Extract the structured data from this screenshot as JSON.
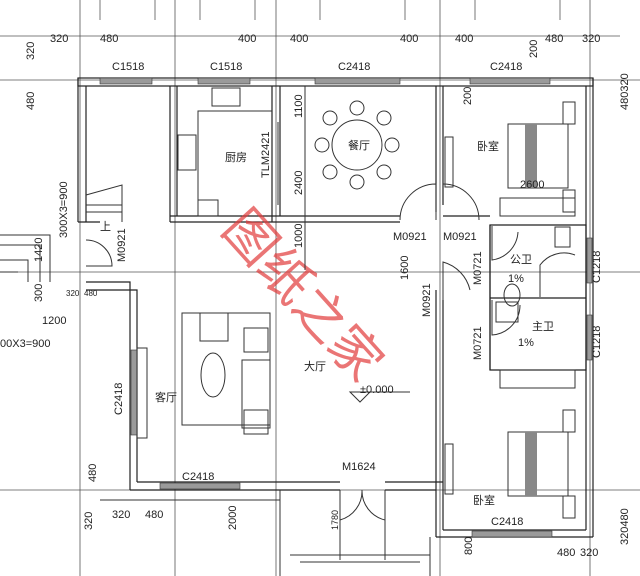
{
  "watermark": "图纸之家",
  "colors": {
    "lines": "#222222",
    "watermark": "#e23b3b"
  },
  "rooms": {
    "kitchen": "厨房",
    "dining": "餐厅",
    "bedroom_top": "卧室",
    "bedroom_bottom": "卧室",
    "public_bath": "公卫",
    "master_bath": "主卫",
    "living": "客厅",
    "hall": "大厅"
  },
  "windows": {
    "top_1": "C1518",
    "top_2": "C1518",
    "top_3": "C2418",
    "top_4": "C2418",
    "left": "C2418",
    "bottom_left": "C2418",
    "bottom_right": "C2418",
    "bath_1": "C1218",
    "bath_2": "C1218"
  },
  "doors": {
    "kitchen_sliding": "TLM2421",
    "stair": "M0921",
    "dining": "M0921",
    "bedroom_top": "M0921",
    "bedroom_bottom": "M0921",
    "public_bath": "M0721",
    "master_bath": "M0721",
    "main": "M1624"
  },
  "dimensions": {
    "top": [
      "320",
      "480",
      "400",
      "400",
      "400",
      "400",
      "480",
      "320"
    ],
    "left_top_1": "320",
    "left_top_2": "480",
    "right_top": "480320",
    "right_200_a": "200",
    "right_200_b": "200",
    "dining_1": "1100",
    "dining_2": "2400",
    "dining_3": "1000",
    "wardrobe": "2600",
    "stair_1": "300X3=900",
    "stair_2": "00X3=900",
    "stair_3": "1420",
    "stair_4": "300",
    "stair_5": "1200",
    "stair_6": "320",
    "stair_7": "480",
    "hall_1600": "1600",
    "bl_480": "480",
    "bl_320": "320",
    "bl_320b": "320",
    "bl_480b": "480",
    "porch_2000": "2000",
    "porch_1780": "1780",
    "br_800": "800",
    "br_480": "480",
    "br_320": "320",
    "br_right": "320480"
  },
  "slope_1": "1%",
  "slope_2": "1%",
  "stair_up": "上",
  "level": "±0.000"
}
